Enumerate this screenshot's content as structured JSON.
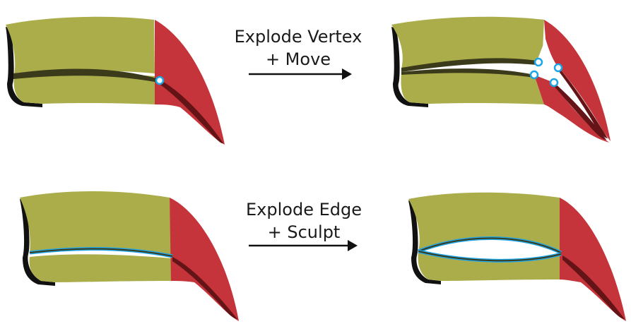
{
  "steps": [
    {
      "line1": "Explode Vertex",
      "line2": "+ Move"
    },
    {
      "line1": "Explode Edge",
      "line2": "+ Sculpt"
    }
  ],
  "colors": {
    "green": "#ABAD4A",
    "red": "#C5343A",
    "dark_green": "#3B3A1B",
    "dark_red": "#641416",
    "outline": "#111111",
    "handle": "#1CA4E6",
    "arrow": "#111111"
  }
}
